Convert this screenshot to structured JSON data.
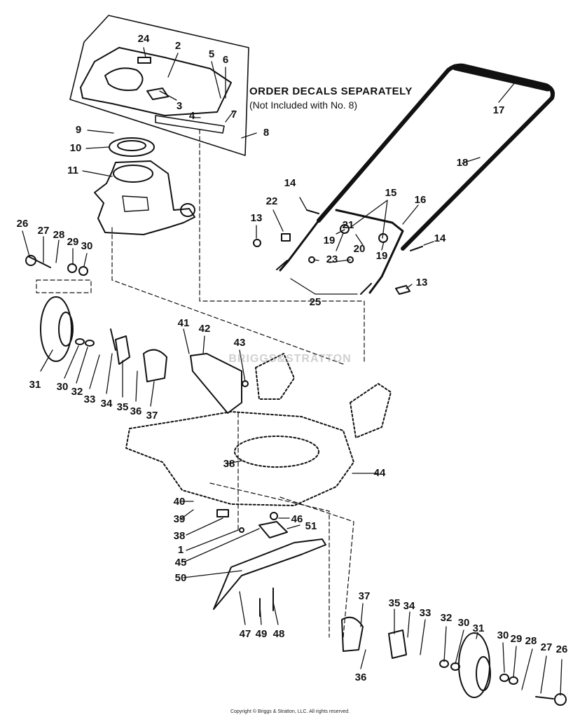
{
  "note": {
    "title": "ORDER DECALS SEPARATELY",
    "subtitle": "(Not Included with No. 8)"
  },
  "copyright": "Copyright © Briggs & Stratton, LLC. All rights reserved.",
  "watermark": "BRIGGS&STRATTON",
  "part_labels": [
    "24",
    "2",
    "5",
    "6",
    "3",
    "4",
    "7",
    "8",
    "9",
    "10",
    "11",
    "17",
    "18",
    "14",
    "22",
    "15",
    "16",
    "13",
    "21",
    "19",
    "20",
    "19",
    "14",
    "23",
    "13",
    "25",
    "26",
    "27",
    "28",
    "29",
    "30",
    "31",
    "30",
    "32",
    "33",
    "34",
    "35",
    "36",
    "37",
    "41",
    "42",
    "43",
    "38",
    "44",
    "40",
    "39",
    "38",
    "1",
    "45",
    "46",
    "51",
    "50",
    "47",
    "49",
    "48",
    "37",
    "35",
    "34",
    "33",
    "32",
    "30",
    "31",
    "30",
    "29",
    "28",
    "27",
    "26",
    "36"
  ]
}
